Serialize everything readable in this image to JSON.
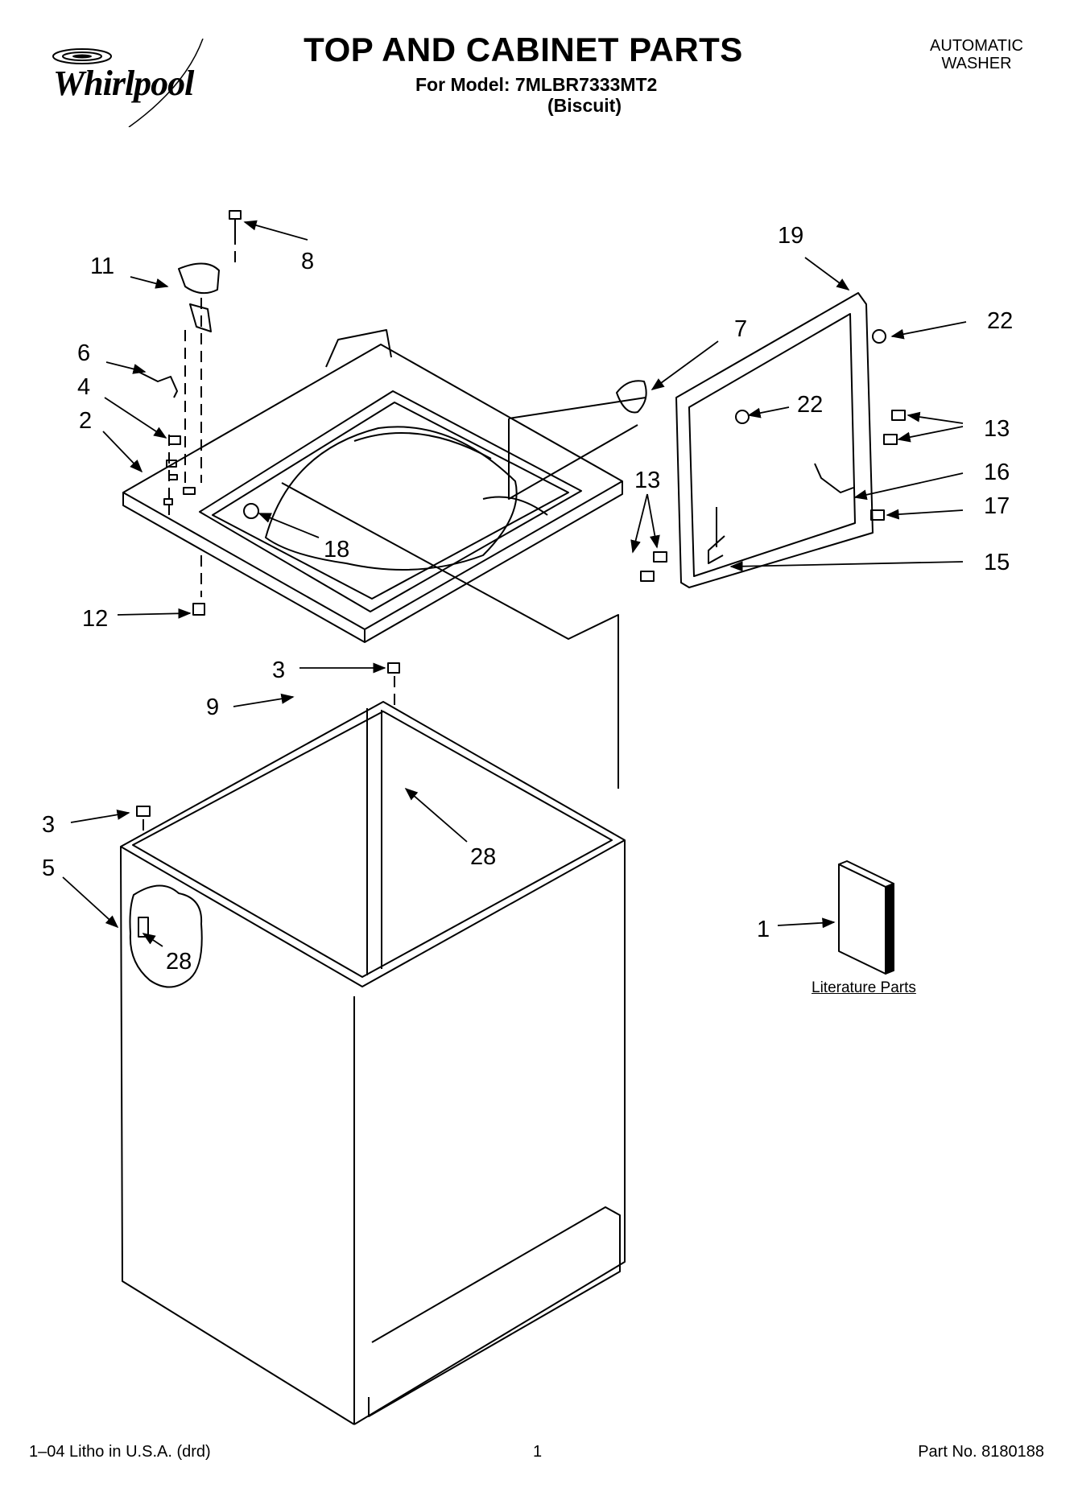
{
  "header": {
    "brand": "Whirlpool",
    "title": "TOP AND CABINET PARTS",
    "model_line": "For Model: 7MLBR7333MT2",
    "color_line": "(Biscuit)",
    "product_type_line1": "AUTOMATIC",
    "product_type_line2": "WASHER"
  },
  "callouts": {
    "c8": "8",
    "c11": "11",
    "c6": "6",
    "c4": "4",
    "c2": "2",
    "c18": "18",
    "c12": "12",
    "c19": "19",
    "c7": "7",
    "c22a": "22",
    "c22b": "22",
    "c13a": "13",
    "c13b": "13",
    "c16": "16",
    "c17": "17",
    "c15": "15",
    "c3a": "3",
    "c9": "9",
    "c28a": "28",
    "c3b": "3",
    "c5": "5",
    "c28b": "28",
    "c1": "1"
  },
  "literature_label": "Literature Parts",
  "footer": {
    "left": "1–04 Litho in U.S.A. (drd)",
    "center": "1",
    "right": "Part No. 8180188"
  }
}
